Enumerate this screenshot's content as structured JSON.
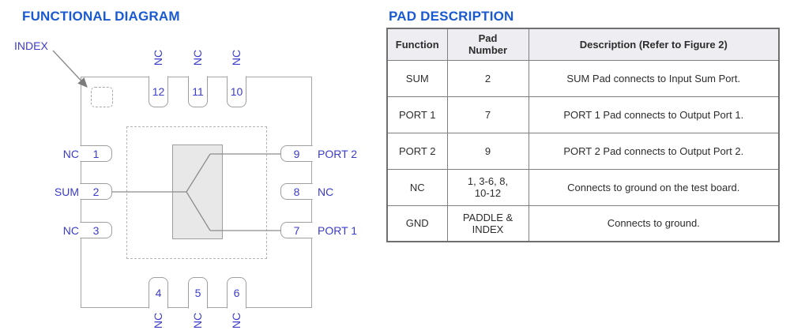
{
  "colors": {
    "title_blue": "#1a5ad0",
    "label_blue": "#3b3bcc",
    "line_gray": "#8c8c8c",
    "splitter_fill": "#e8e8e8",
    "table_header_bg": "#eeedf1"
  },
  "diagram": {
    "title": "FUNCTIONAL DIAGRAM",
    "index_label": "INDEX",
    "pins": {
      "top": [
        {
          "num": "12",
          "label": "NC"
        },
        {
          "num": "11",
          "label": "NC"
        },
        {
          "num": "10",
          "label": "NC"
        }
      ],
      "bottom": [
        {
          "num": "4",
          "label": "NC"
        },
        {
          "num": "5",
          "label": "NC"
        },
        {
          "num": "6",
          "label": "NC"
        }
      ],
      "left": [
        {
          "num": "1",
          "label": "NC"
        },
        {
          "num": "2",
          "label": "SUM"
        },
        {
          "num": "3",
          "label": "NC"
        }
      ],
      "right": [
        {
          "num": "9",
          "label": "PORT 2"
        },
        {
          "num": "8",
          "label": "NC"
        },
        {
          "num": "7",
          "label": "PORT 1"
        }
      ]
    }
  },
  "table": {
    "title": "PAD DESCRIPTION",
    "headers": [
      "Function",
      "Pad\nNumber",
      "Description (Refer to Figure 2)"
    ],
    "rows": [
      [
        "SUM",
        "2",
        "SUM Pad connects to Input Sum Port."
      ],
      [
        "PORT 1",
        "7",
        "PORT 1 Pad connects to Output Port 1."
      ],
      [
        "PORT 2",
        "9",
        "PORT 2 Pad connects to Output Port 2."
      ],
      [
        "NC",
        "1, 3-6, 8,\n10-12",
        "Connects to ground on the test board."
      ],
      [
        "GND",
        "PADDLE &\nINDEX",
        "Connects to ground."
      ]
    ]
  }
}
